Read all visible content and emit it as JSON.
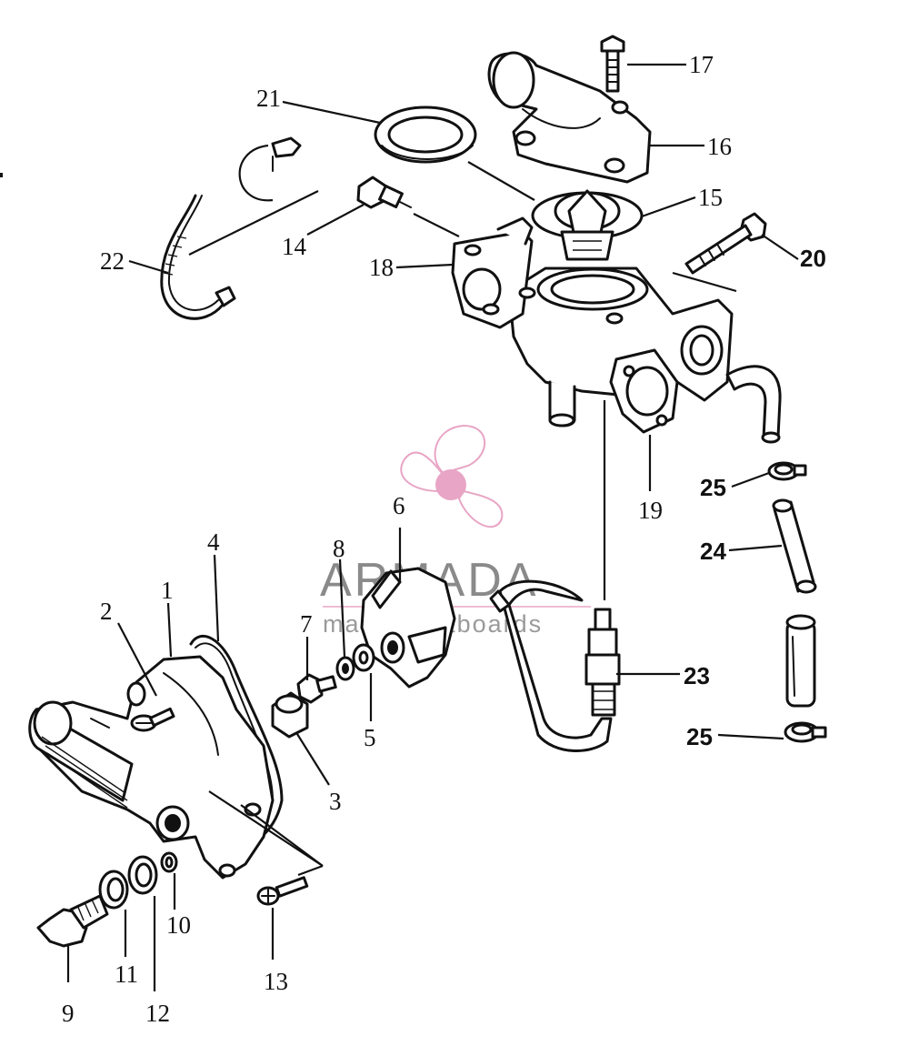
{
  "watermark": {
    "brand": "ARMADA",
    "tagline": "marine outboards",
    "accent_color": "#e8a5c5",
    "text_color": "#8a8a8a"
  },
  "callouts": [
    {
      "id": "p1",
      "label": "1"
    },
    {
      "id": "p2",
      "label": "2"
    },
    {
      "id": "p3",
      "label": "3"
    },
    {
      "id": "p4",
      "label": "4"
    },
    {
      "id": "p5",
      "label": "5"
    },
    {
      "id": "p6",
      "label": "6"
    },
    {
      "id": "p7",
      "label": "7"
    },
    {
      "id": "p8",
      "label": "8"
    },
    {
      "id": "p9",
      "label": "9"
    },
    {
      "id": "p10",
      "label": "10"
    },
    {
      "id": "p11",
      "label": "11"
    },
    {
      "id": "p12",
      "label": "12"
    },
    {
      "id": "p13",
      "label": "13"
    },
    {
      "id": "p14",
      "label": "14"
    },
    {
      "id": "p15",
      "label": "15"
    },
    {
      "id": "p16",
      "label": "16"
    },
    {
      "id": "p17",
      "label": "17"
    },
    {
      "id": "p18",
      "label": "18"
    },
    {
      "id": "p19",
      "label": "19"
    },
    {
      "id": "p20",
      "label": "20"
    },
    {
      "id": "p21",
      "label": "21"
    },
    {
      "id": "p22",
      "label": "22"
    },
    {
      "id": "p23",
      "label": "23"
    },
    {
      "id": "p24",
      "label": "24"
    },
    {
      "id": "p25a",
      "label": "25"
    },
    {
      "id": "p25b",
      "label": "25"
    }
  ]
}
